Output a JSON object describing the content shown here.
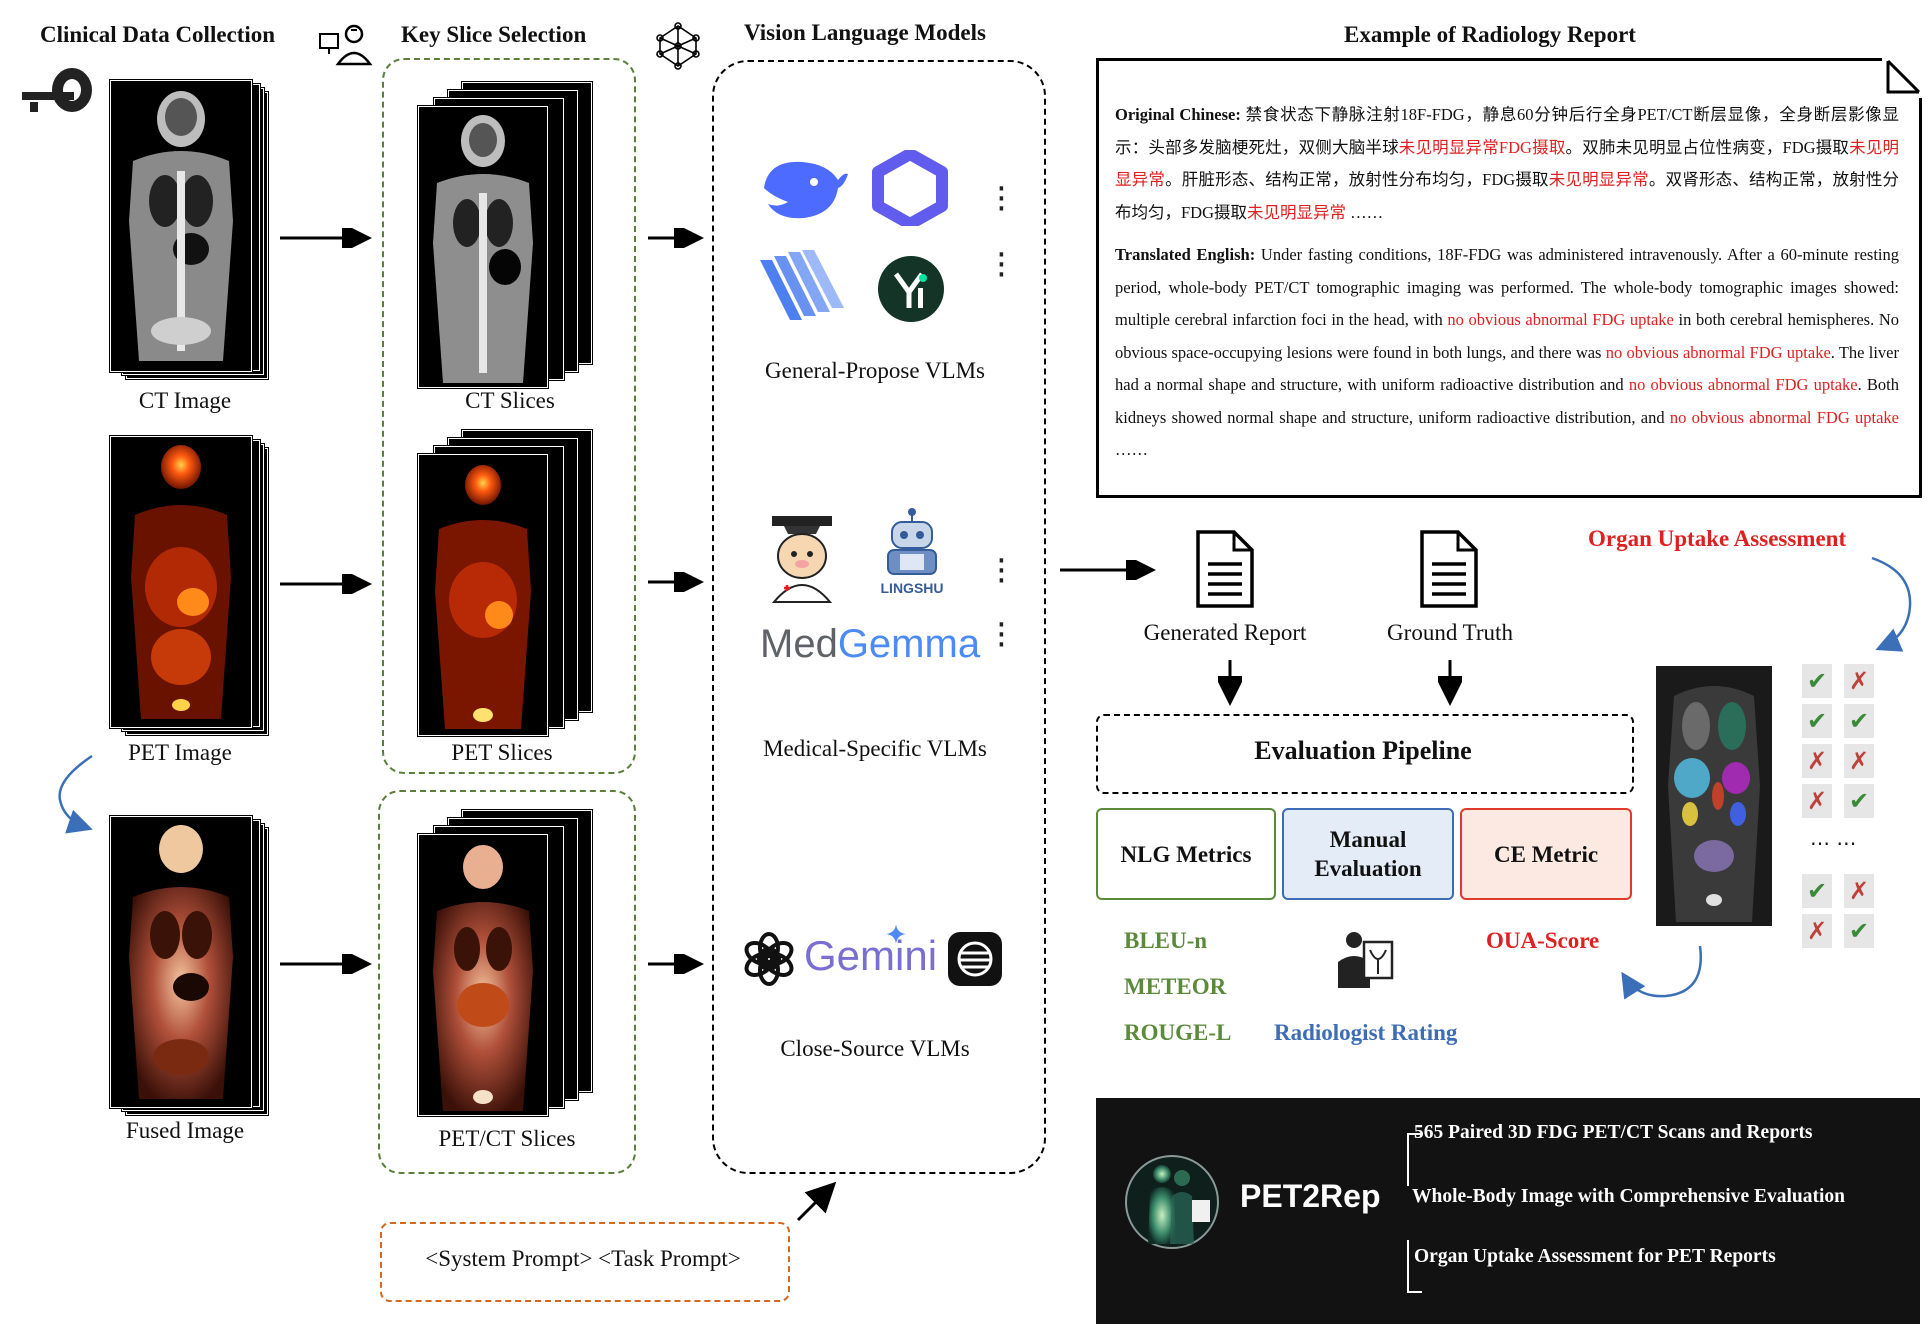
{
  "headers": {
    "clinical": "Clinical Data Collection",
    "keyslice": "Key Slice Selection",
    "vlm": "Vision Language Models",
    "report_example": "Example of Radiology Report"
  },
  "captions": {
    "ct_image": "CT Image",
    "pet_image": "PET Image",
    "fused_image": "Fused Image",
    "ct_slices": "CT Slices",
    "pet_slices": "PET Slices",
    "petct_slices": "PET/CT Slices"
  },
  "vlm_groups": {
    "general": "General-Propose VLMs",
    "medical": "Medical-Specific VLMs",
    "closed": "Close-Source VLMs"
  },
  "logos": {
    "lingshu": "LINGSHU",
    "medgemma_med": "Med",
    "medgemma_gemma": "Gemma",
    "gemini": "Gemini"
  },
  "prompt": {
    "text": "<System Prompt>  <Task Prompt>"
  },
  "report": {
    "zh_label": "Original Chinese:",
    "zh_parts": [
      {
        "t": " 禁食状态下静脉注射18F-FDG，静息60分钟后行全身PET/CT断层显像，全身断层影像显示：头部多发脑梗死灶，双侧大脑半球",
        "r": false
      },
      {
        "t": "未见明显异常FDG摄取",
        "r": true
      },
      {
        "t": "。双肺未见明显占位性病变，FDG摄取",
        "r": false
      },
      {
        "t": "未见明显异常",
        "r": true
      },
      {
        "t": "。肝脏形态、结构正常，放射性分布均匀，FDG摄取",
        "r": false
      },
      {
        "t": "未见明显异常",
        "r": true
      },
      {
        "t": "。双肾形态、结构正常，放射性分布均匀，FDG摄取",
        "r": false
      },
      {
        "t": "未见明显异常",
        "r": true
      },
      {
        "t": " ……",
        "r": false
      }
    ],
    "en_label": "Translated English:",
    "en_parts": [
      {
        "t": " Under fasting conditions, 18F-FDG was administered intravenously. After a 60-minute resting period, whole-body PET/CT tomographic imaging was performed. The whole-body tomographic images showed: multiple cerebral infarction foci in the head, with ",
        "r": false
      },
      {
        "t": "no obvious abnormal FDG uptake",
        "r": true
      },
      {
        "t": " in both cerebral hemispheres. No obvious space-occupying lesions were found in both lungs, and there was ",
        "r": false
      },
      {
        "t": "no obvious abnormal FDG uptake",
        "r": true
      },
      {
        "t": ". The liver had a normal shape and structure, with uniform radioactive distribution and ",
        "r": false
      },
      {
        "t": "no obvious abnormal FDG uptake",
        "r": true
      },
      {
        "t": ". Both kidneys showed normal shape and structure, uniform radioactive distribution, and ",
        "r": false
      },
      {
        "t": "no obvious abnormal FDG uptake",
        "r": true
      },
      {
        "t": " ……",
        "r": false
      }
    ]
  },
  "evaluation": {
    "generated_report": "Generated Report",
    "ground_truth": "Ground Truth",
    "organ_uptake": "Organ Uptake Assessment",
    "pipeline": "Evaluation Pipeline",
    "nlg_box": "NLG Metrics",
    "manual_box_1": "Manual",
    "manual_box_2": "Evaluation",
    "ce_box": "CE Metric",
    "nlg_metrics": [
      "BLEU-n",
      "METEOR",
      "ROUGE-L"
    ],
    "radiologist": "Radiologist Rating",
    "oua": "OUA-Score"
  },
  "checks": [
    [
      "✔",
      "✗"
    ],
    [
      "✔",
      "✔"
    ],
    [
      "✗",
      "✗"
    ],
    [
      "✗",
      "✔"
    ],
    [
      "✔",
      "✗"
    ],
    [
      "✗",
      "✔"
    ]
  ],
  "checks_ellipsis": "… …",
  "pet2rep": {
    "title": "PET2Rep",
    "bullets": [
      "565 Paired 3D FDG PET/CT Scans and Reports",
      "Whole-Body Image with Comprehensive Evaluation",
      "Organ Uptake Assessment for PET Reports"
    ]
  },
  "colors": {
    "green_dash": "#5b7f3a",
    "orange_dash": "#d2691e",
    "nlg_green": "#5b8a3a",
    "manual_blue": "#3d6db5",
    "ce_red": "#e03a2a",
    "red_text": "#e02020"
  }
}
